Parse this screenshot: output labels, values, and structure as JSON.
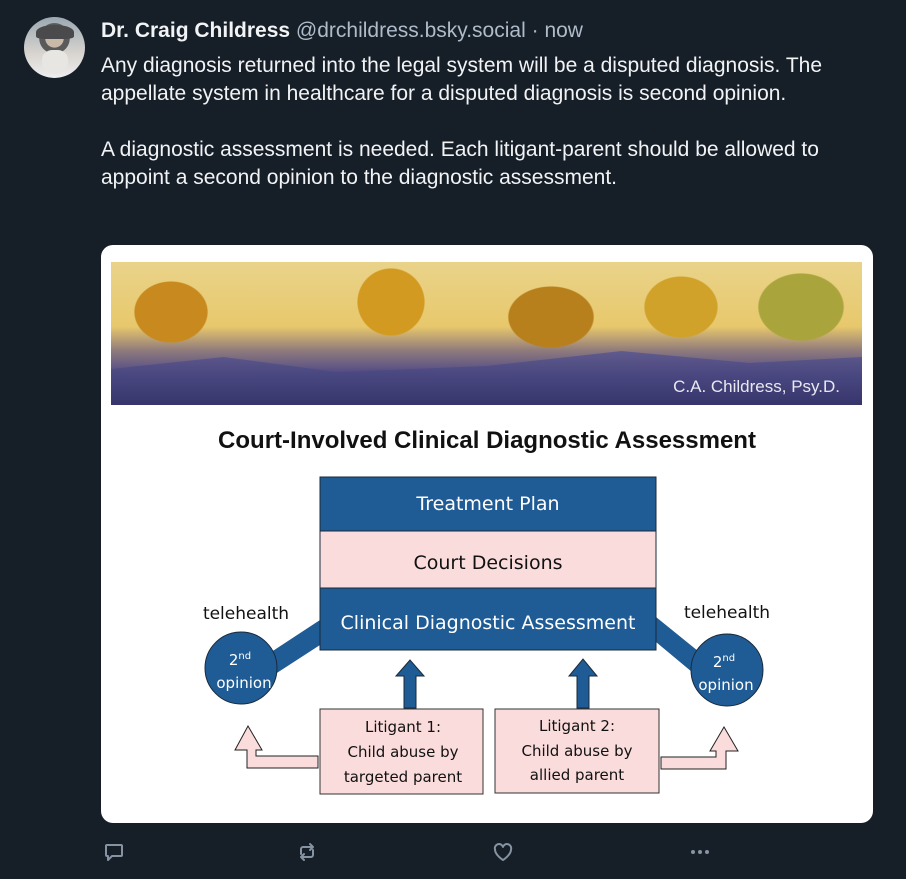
{
  "post": {
    "author_name": "Dr. Craig Childress",
    "handle": "@drchildress.bsky.social",
    "separator": "·",
    "time": "now",
    "paragraphs": [
      "Any diagnosis returned into the legal system will be a disputed diagnosis. The appellate system in healthcare for a disputed diagnosis is second opinion.",
      "A diagnostic assessment is needed. Each litigant-parent should be allowed to appoint a second opinion to the diagnostic assessment."
    ]
  },
  "image": {
    "banner_signature": "C.A. Childress, Psy.D.",
    "title": "Court-Involved Clinical Diagnostic Assessment",
    "boxes": {
      "treatment_plan": "Treatment Plan",
      "court_decisions": "Court Decisions",
      "clinical_assessment": "Clinical Diagnostic Assessment"
    },
    "left": {
      "label": "telehealth",
      "circle_num": "2",
      "circle_sup": "nd",
      "circle_text": "opinion"
    },
    "right": {
      "label": "telehealth",
      "circle_num": "2",
      "circle_sup": "nd",
      "circle_text": "opinion"
    },
    "litigant1": [
      "Litigant 1:",
      "Child abuse by",
      "targeted parent"
    ],
    "litigant2": [
      "Litigant 2:",
      "Child abuse by",
      "allied parent"
    ],
    "colors": {
      "blue": "#1f5b94",
      "pink": "#fbdcdc"
    }
  },
  "actions": {
    "icons": [
      "reply-icon",
      "repost-icon",
      "like-icon",
      "more-icon"
    ]
  }
}
